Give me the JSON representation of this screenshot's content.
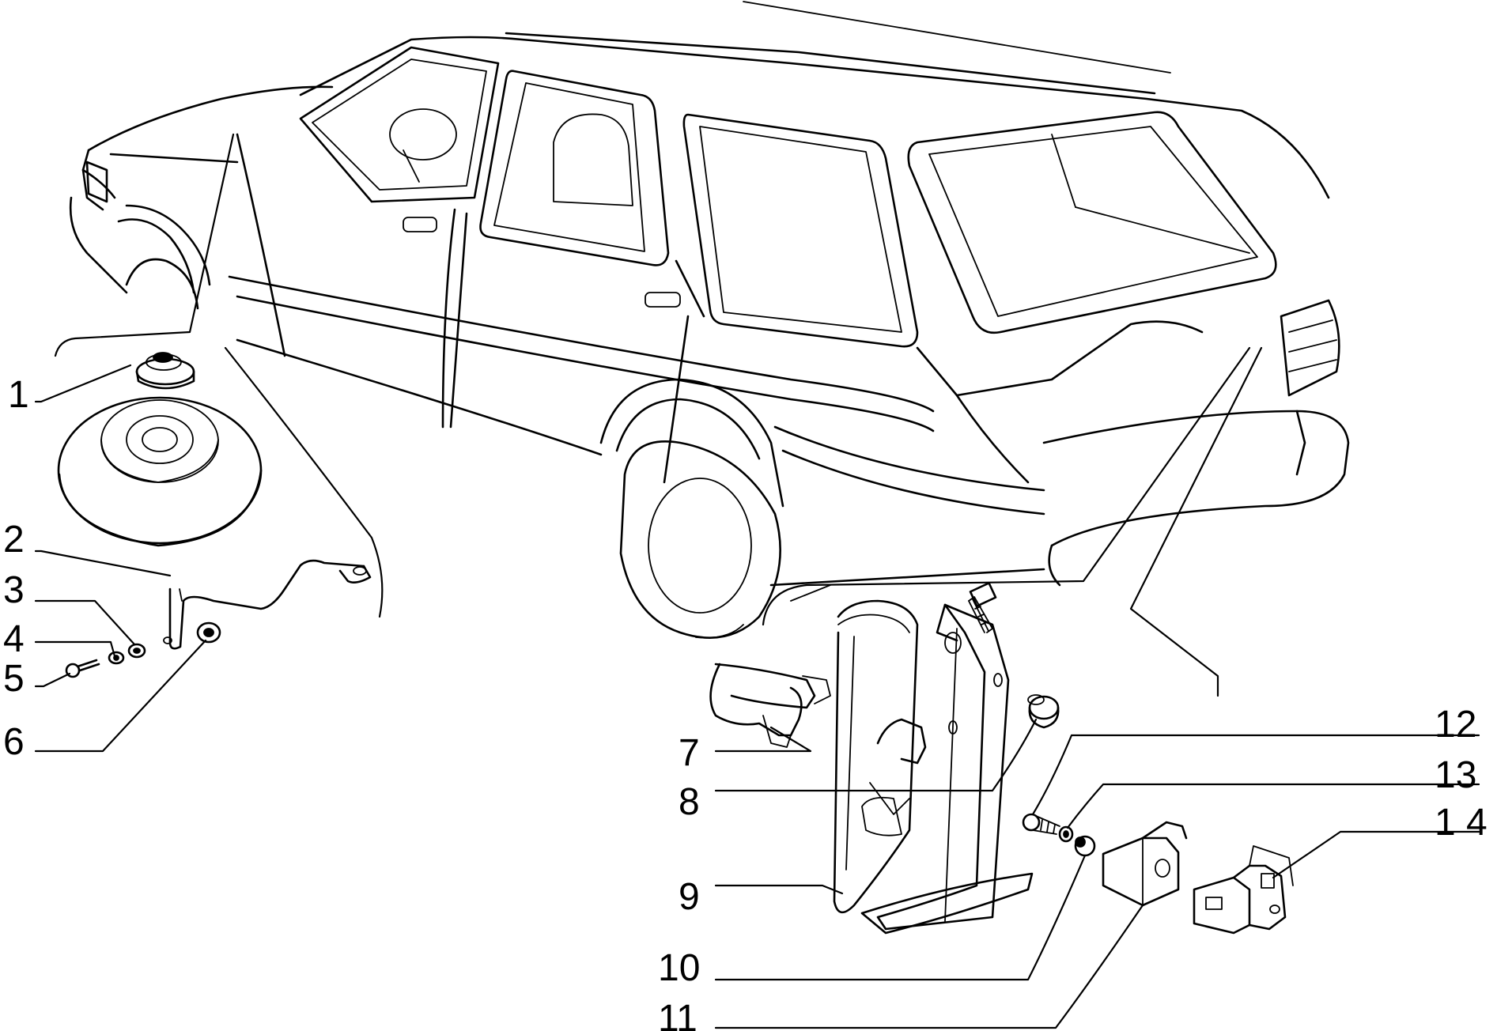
{
  "callouts": {
    "c1": "1",
    "c2": "2",
    "c3": "3",
    "c4": "4",
    "c5": "5",
    "c6": "6",
    "c7": "7",
    "c8": "8",
    "c9": "9",
    "c10": "10",
    "c11": "11",
    "c12": "12",
    "c13": "13",
    "c14": "1 4"
  }
}
